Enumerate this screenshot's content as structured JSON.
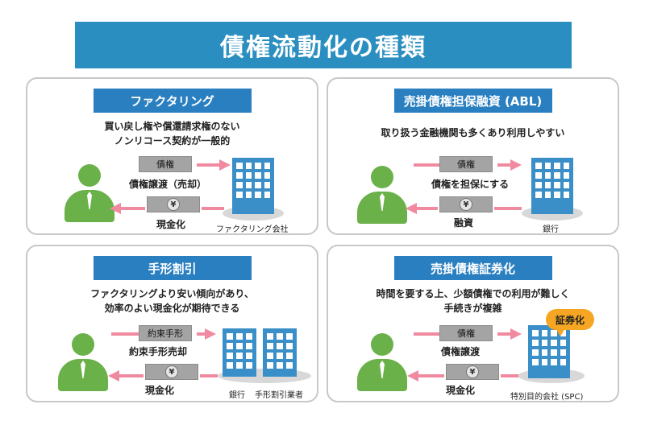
{
  "title": "債権流動化の種類",
  "panels": [
    {
      "title": "ファクタリング",
      "desc": [
        "買い戻し権や償還請求権のない",
        "ノンリコース契約が一般的"
      ],
      "doc_label": "債権",
      "arrow_label": "債権譲渡（売却）",
      "money_label": "現金化",
      "org_label": "ファクタリング会社"
    },
    {
      "title": "売掛債権担保融資 (ABL)",
      "desc": [
        "取り扱う金融機関も多くあり利用しやすい"
      ],
      "doc_label": "債権",
      "arrow_label": "債権を担保にする",
      "money_label": "融資",
      "org_label": "銀行"
    },
    {
      "title": "手形割引",
      "desc": [
        "ファクタリングより安い傾向があり、",
        "効率のよい現金化が期待できる"
      ],
      "doc_label": "約束手形",
      "arrow_label": "約束手形売却",
      "money_label": "現金化",
      "org_label": "銀行",
      "org_label_2": "手形割引業者"
    },
    {
      "title": "売掛債権証券化",
      "desc": [
        "時間を要する上、少額債権での利用が難しく",
        "手続きが複雑"
      ],
      "doc_label": "債権",
      "arrow_label": "債権譲渡",
      "money_label": "現金化",
      "org_label": "特別目的会社 (SPC)",
      "bubble": "証券化"
    }
  ],
  "icons": {
    "yen": "¥",
    "person_color": "#6ab14a",
    "arrow_color": "#f08aa0",
    "building_color": "#3a8fc8",
    "title_color": "#2a8fc0",
    "bubble_color": "#f6a623"
  }
}
